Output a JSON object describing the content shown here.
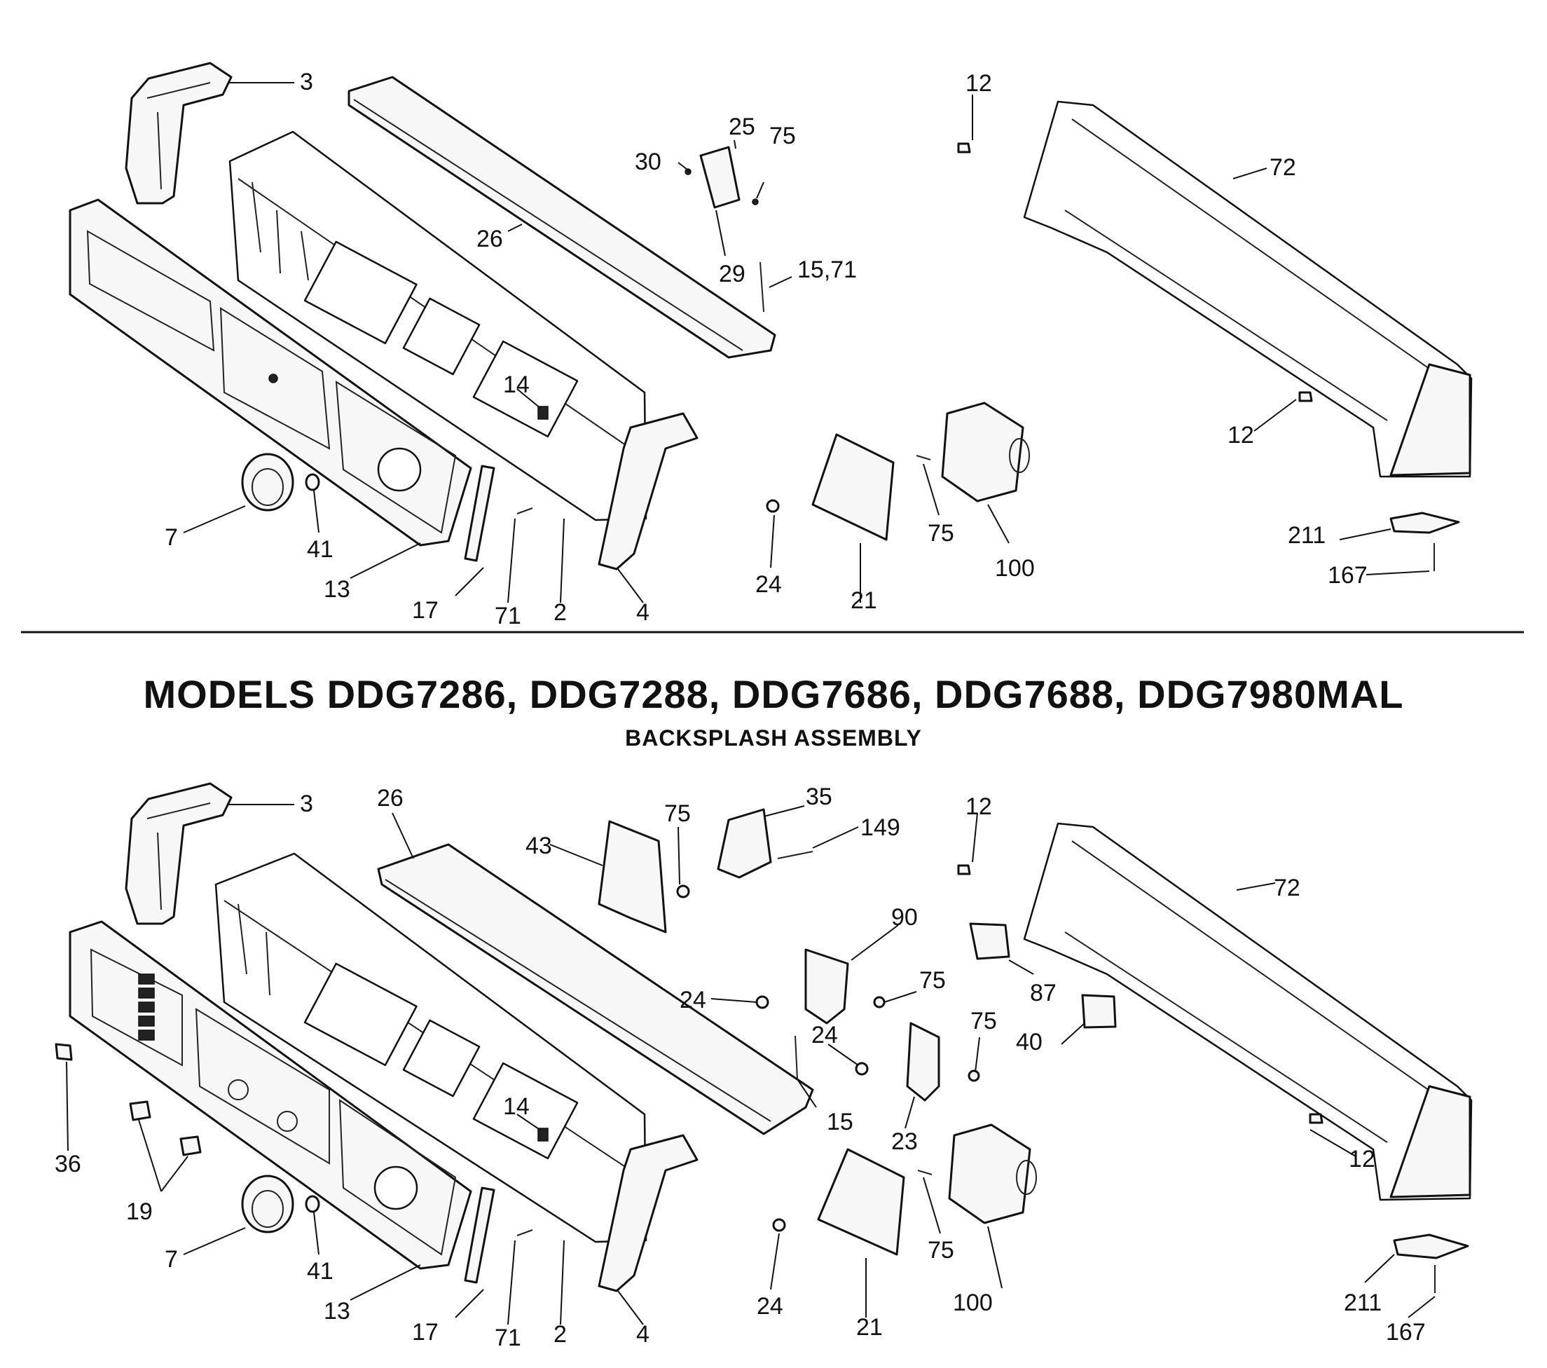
{
  "title": "MODELS DDG7286, DDG7288, DDG7686, DDG7688, DDG7980MAL",
  "subtitle": "BACKSPLASH ASSEMBLY",
  "top_panel": {
    "part_labels": [
      "3",
      "26",
      "25",
      "75",
      "30",
      "29",
      "15,71",
      "12",
      "72",
      "14",
      "7",
      "41",
      "13",
      "17",
      "71",
      "2",
      "4",
      "24",
      "21",
      "75",
      "100",
      "12",
      "211",
      "167"
    ]
  },
  "bottom_panel": {
    "part_labels": [
      "3",
      "26",
      "43",
      "75",
      "35",
      "149",
      "12",
      "72",
      "90",
      "24",
      "75",
      "87",
      "24",
      "75",
      "40",
      "14",
      "15",
      "23",
      "36",
      "19",
      "7",
      "41",
      "13",
      "17",
      "71",
      "2",
      "4",
      "21",
      "75",
      "100",
      "24",
      "12",
      "211",
      "167"
    ]
  }
}
